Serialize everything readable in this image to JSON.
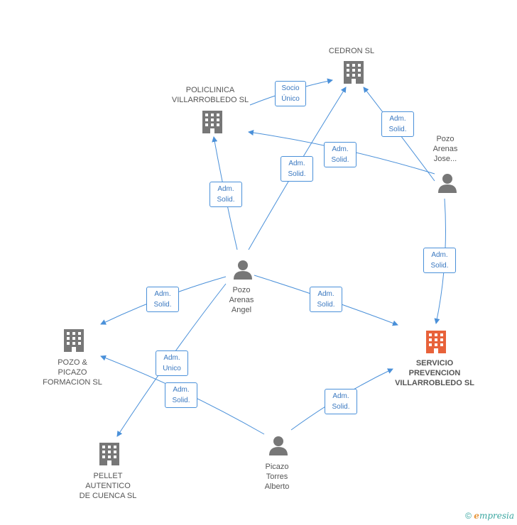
{
  "nodes": {
    "cedron": {
      "label": "CEDRON SL",
      "kind": "company"
    },
    "policlinica": {
      "label": "POLICLINICA\nVILLARROBLEDO SL",
      "kind": "company"
    },
    "pozo_jose": {
      "label": "Pozo\nArenas\nJose...",
      "kind": "person"
    },
    "pozo_angel": {
      "label": "Pozo\nArenas\nAngel",
      "kind": "person"
    },
    "pozo_picazo": {
      "label": "POZO &\nPICAZO\nFORMACION SL",
      "kind": "company"
    },
    "servicio": {
      "label": "SERVICIO\nPREVENCION\nVILLARROBLEDO SL",
      "kind": "company",
      "highlight": true
    },
    "pellet": {
      "label": "PELLET\nAUTENTICO\nDE CUENCA  SL",
      "kind": "company"
    },
    "picazo": {
      "label": "Picazo\nTorres\nAlberto",
      "kind": "person"
    }
  },
  "edges": [
    {
      "label": "Socio\nÚnico"
    },
    {
      "label": "Adm.\nSolid."
    },
    {
      "label": "Adm.\nSolid."
    },
    {
      "label": "Adm.\nSolid."
    },
    {
      "label": "Adm.\nSolid."
    },
    {
      "label": "Adm.\nSolid."
    },
    {
      "label": "Adm.\nSolid."
    },
    {
      "label": "Adm.\nSolid."
    },
    {
      "label": "Adm.\nUnico"
    },
    {
      "label": "Adm.\nSolid."
    },
    {
      "label": "Adm.\nSolid."
    }
  ],
  "colors": {
    "edge": "#4a90d9",
    "company": "#777777",
    "highlight": "#e8623a",
    "person": "#777777"
  },
  "footer": {
    "copyright": "©",
    "brand_first": "e",
    "brand_rest": "mpresia"
  }
}
